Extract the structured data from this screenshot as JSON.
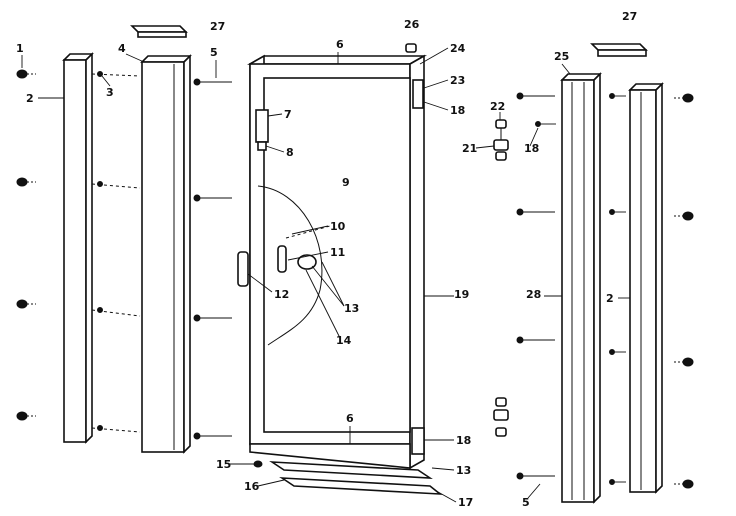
{
  "callouts": [
    {
      "id": "c1",
      "text": "1"
    },
    {
      "id": "c2a",
      "text": "2"
    },
    {
      "id": "c3",
      "text": "3"
    },
    {
      "id": "c4",
      "text": "4"
    },
    {
      "id": "c5a",
      "text": "5"
    },
    {
      "id": "c6a",
      "text": "6"
    },
    {
      "id": "c7",
      "text": "7"
    },
    {
      "id": "c8",
      "text": "8"
    },
    {
      "id": "c9",
      "text": "9"
    },
    {
      "id": "c10",
      "text": "10"
    },
    {
      "id": "c11",
      "text": "11"
    },
    {
      "id": "c12",
      "text": "12"
    },
    {
      "id": "c13a",
      "text": "13"
    },
    {
      "id": "c14",
      "text": "14"
    },
    {
      "id": "c15",
      "text": "15"
    },
    {
      "id": "c16",
      "text": "16"
    },
    {
      "id": "c17",
      "text": "17"
    },
    {
      "id": "c18a",
      "text": "18"
    },
    {
      "id": "c18b",
      "text": "18"
    },
    {
      "id": "c18c",
      "text": "18"
    },
    {
      "id": "c19",
      "text": "19"
    },
    {
      "id": "c21",
      "text": "21"
    },
    {
      "id": "c22",
      "text": "22"
    },
    {
      "id": "c23",
      "text": "23"
    },
    {
      "id": "c24",
      "text": "24"
    },
    {
      "id": "c25",
      "text": "25"
    },
    {
      "id": "c26",
      "text": "26"
    },
    {
      "id": "c27a",
      "text": "27"
    },
    {
      "id": "c27b",
      "text": "27"
    },
    {
      "id": "c28",
      "text": "28"
    },
    {
      "id": "c2b",
      "text": "2"
    },
    {
      "id": "c5b",
      "text": "5"
    },
    {
      "id": "c6b",
      "text": "6"
    },
    {
      "id": "c13b",
      "text": "13"
    }
  ]
}
